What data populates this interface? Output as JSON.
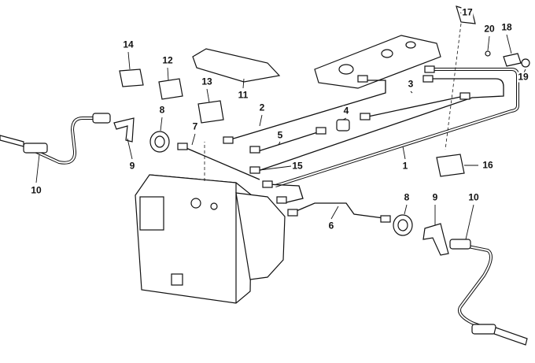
{
  "diagram": {
    "title": "Brake pipe / ABS hydraulic unit parts diagram",
    "callouts": [
      {
        "id": "c17",
        "text": "17"
      },
      {
        "id": "c18",
        "text": "18"
      },
      {
        "id": "c20",
        "text": "20"
      },
      {
        "id": "c19",
        "text": "19"
      },
      {
        "id": "c14",
        "text": "14"
      },
      {
        "id": "c12",
        "text": "12"
      },
      {
        "id": "c13",
        "text": "13"
      },
      {
        "id": "c11",
        "text": "11"
      },
      {
        "id": "c3",
        "text": "3"
      },
      {
        "id": "c2",
        "text": "2"
      },
      {
        "id": "c8a",
        "text": "8"
      },
      {
        "id": "c4",
        "text": "4"
      },
      {
        "id": "c7",
        "text": "7"
      },
      {
        "id": "c5",
        "text": "5"
      },
      {
        "id": "c9a",
        "text": "9"
      },
      {
        "id": "c1",
        "text": "1"
      },
      {
        "id": "c16",
        "text": "16"
      },
      {
        "id": "c15",
        "text": "15"
      },
      {
        "id": "c10a",
        "text": "10"
      },
      {
        "id": "c8b",
        "text": "8"
      },
      {
        "id": "c9b",
        "text": "9"
      },
      {
        "id": "c10b",
        "text": "10"
      },
      {
        "id": "c6",
        "text": "6"
      }
    ]
  }
}
